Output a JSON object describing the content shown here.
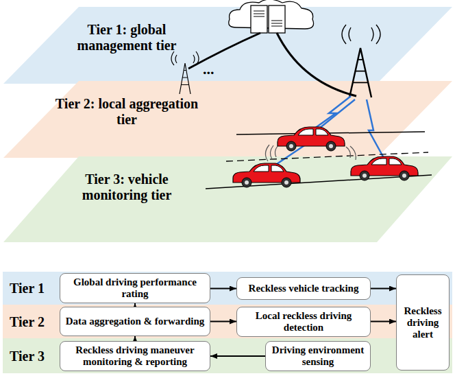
{
  "diagram": {
    "nodes": [
      {
        "text": [
          "Tier 1: global management tier"
        ]
      },
      {
        "text": [
          "Tier 2: local aggregation tier"
        ]
      },
      {
        "text": [
          "Tier 3: vehicle monitoring tier"
        ]
      },
      {
        "text": [
          "Tier 1"
        ]
      },
      {
        "text": [
          "Global driving performance rating"
        ],
        "in": 3
      },
      {
        "text": [
          "Reckless vehicle tracking"
        ],
        "in": 3
      },
      {
        "text": [
          "Tier 2"
        ]
      },
      {
        "text": [
          "Data aggregation & forwarding"
        ],
        "in": 6
      },
      {
        "text": [
          "Local reckless driving detection"
        ],
        "in": 6
      },
      {
        "text": [
          "Tier 3"
        ]
      },
      {
        "text": [
          "Reckless driving maneuver monitoring & reporting"
        ],
        "in": 9
      },
      {
        "text": [
          "Driving environment sensing"
        ],
        "in": 9
      },
      {
        "text": [
          "Reckless driving alert"
        ]
      }
    ],
    "edges": [
      {
        "from": 4,
        "to": 5,
        "arrow": "to"
      },
      {
        "from": 5,
        "to": 12,
        "arrow": "to"
      },
      {
        "from": 7,
        "to": 8,
        "arrow": "to"
      },
      {
        "from": 8,
        "to": 12,
        "arrow": "to"
      },
      {
        "from": 7,
        "to": 4,
        "arrow": "to"
      },
      {
        "from": 10,
        "to": 7,
        "arrow": "to"
      },
      {
        "from": 11,
        "to": 10,
        "arrow": "to"
      }
    ],
    "labels": [
      "..."
    ]
  }
}
